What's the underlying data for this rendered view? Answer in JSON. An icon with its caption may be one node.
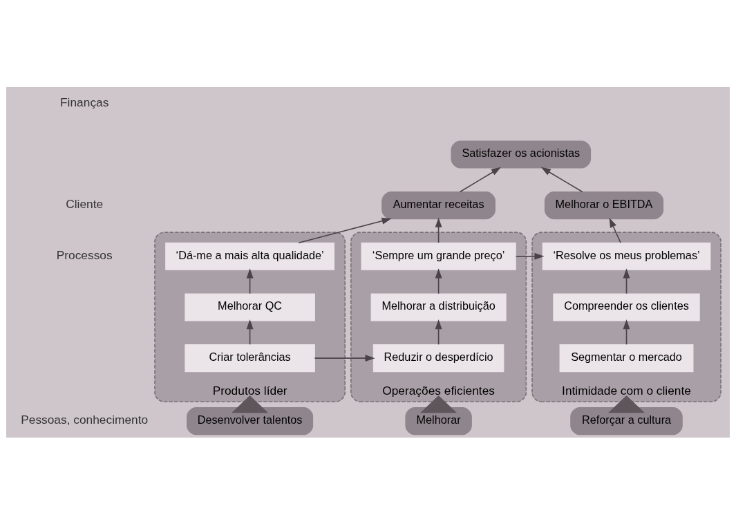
{
  "diagram": {
    "nodes": [
      {
        "text": [
          "Satisfazer os acionistas"
        ]
      },
      {
        "text": [
          "Aumentar receitas"
        ]
      },
      {
        "text": [
          "Melhorar o EBITDA"
        ]
      },
      {
        "text": [
          "Produtos líder"
        ]
      },
      {
        "text": [
          "‘Dá-me a mais alta qualidade’"
        ],
        "in": 3
      },
      {
        "text": [
          "Melhorar QC"
        ],
        "in": 3
      },
      {
        "text": [
          "Criar tolerâncias"
        ],
        "in": 3
      },
      {
        "text": [
          "Operações eficientes"
        ]
      },
      {
        "text": [
          "‘Sempre um grande preço’"
        ],
        "in": 7
      },
      {
        "text": [
          "Melhorar a distribuição"
        ],
        "in": 7
      },
      {
        "text": [
          "Reduzir o desperdício"
        ],
        "in": 7
      },
      {
        "text": [
          "Intimidade com o cliente"
        ]
      },
      {
        "text": [
          "‘Resolve os meus problemas’"
        ],
        "in": 11
      },
      {
        "text": [
          "Compreender os clientes"
        ],
        "in": 11
      },
      {
        "text": [
          "Segmentar o mercado"
        ],
        "in": 11
      },
      {
        "text": [
          "Desenvolver talentos"
        ]
      },
      {
        "text": [
          "Melhorar"
        ]
      },
      {
        "text": [
          "Reforçar a cultura"
        ]
      }
    ],
    "edges": [
      {
        "from": 1,
        "to": 0,
        "arrow": "to"
      },
      {
        "from": 2,
        "to": 0,
        "arrow": "to"
      },
      {
        "from": 4,
        "to": 1,
        "arrow": "to"
      },
      {
        "from": 8,
        "to": 1,
        "arrow": "to"
      },
      {
        "from": 12,
        "to": 2,
        "arrow": "to"
      },
      {
        "from": 5,
        "to": 4,
        "arrow": "to"
      },
      {
        "from": 9,
        "to": 8,
        "arrow": "to"
      },
      {
        "from": 13,
        "to": 12,
        "arrow": "to"
      },
      {
        "from": 6,
        "to": 5,
        "arrow": "to"
      },
      {
        "from": 10,
        "to": 9,
        "arrow": "to"
      },
      {
        "from": 14,
        "to": 13,
        "arrow": "to"
      },
      {
        "from": 6,
        "to": 10,
        "arrow": "to"
      },
      {
        "from": 8,
        "to": 12,
        "arrow": "to"
      },
      {
        "from": 15,
        "to": 3,
        "arrow": "to",
        "style": "thick"
      },
      {
        "from": 16,
        "to": 7,
        "arrow": "to",
        "style": "thick"
      },
      {
        "from": 17,
        "to": 11,
        "arrow": "to",
        "style": "thick"
      }
    ],
    "labels": [
      "Finanças",
      "Cliente",
      "Processos",
      "Pessoas, conhecimento"
    ]
  }
}
